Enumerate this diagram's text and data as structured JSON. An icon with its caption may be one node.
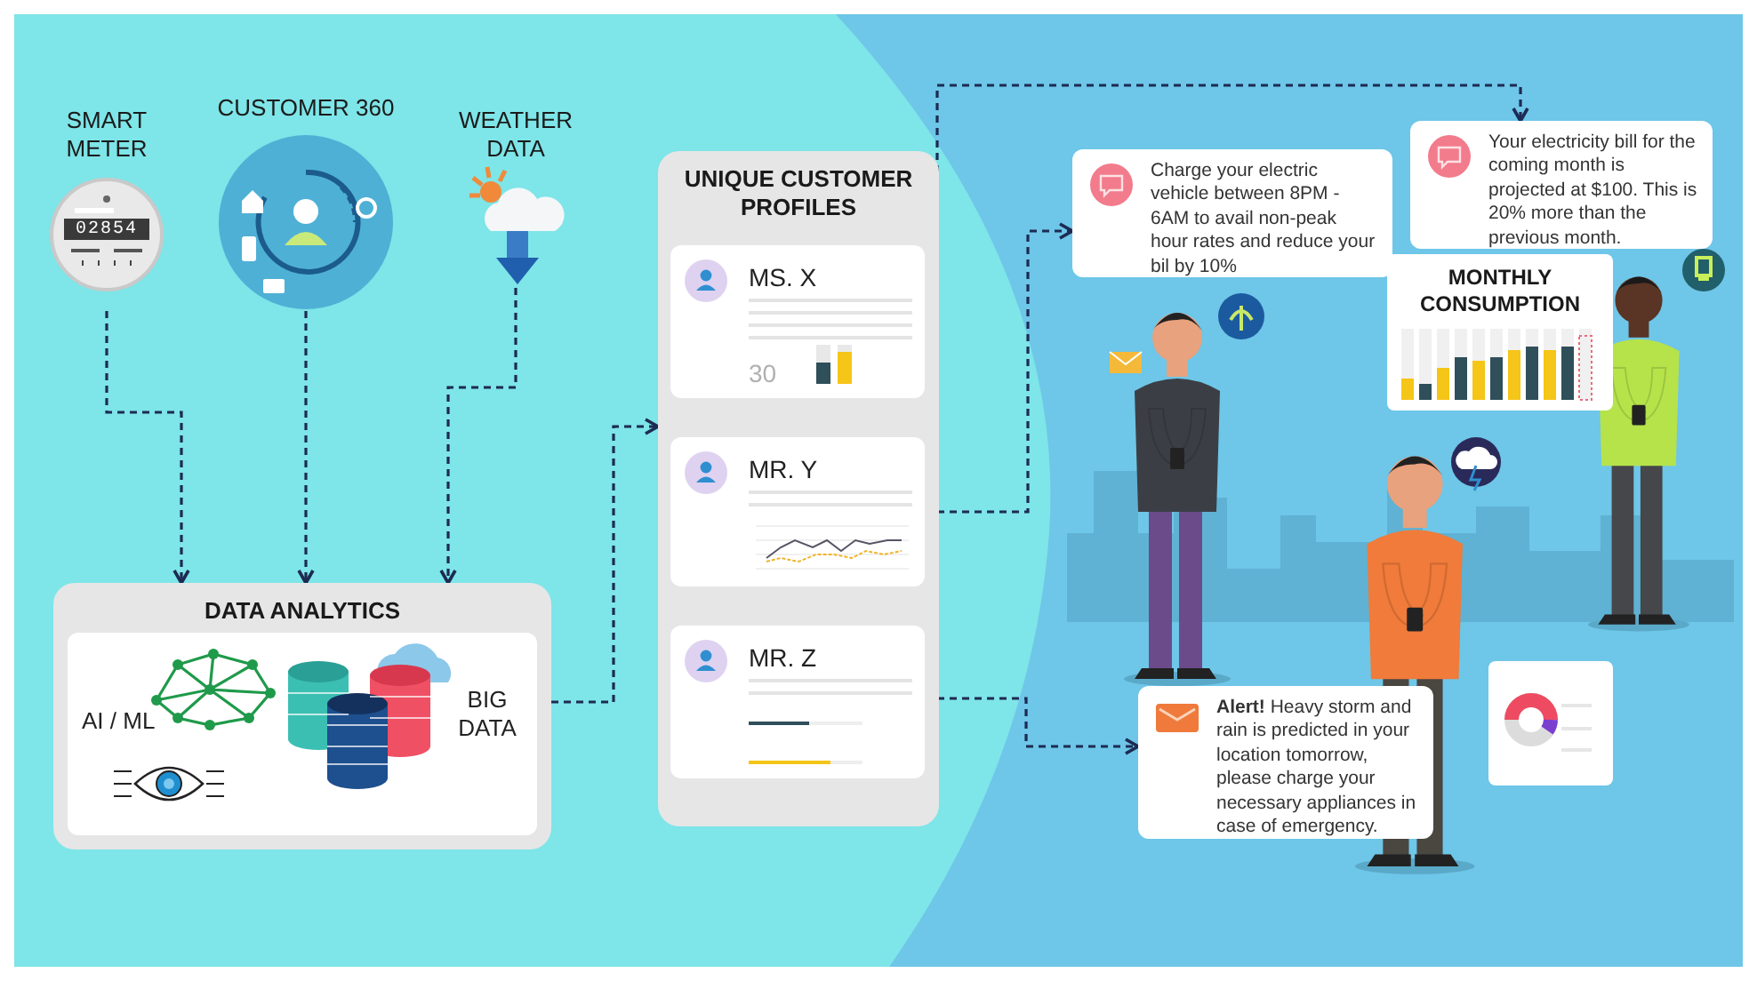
{
  "diagram": {
    "nodes": [
      {
        "text": [
          "SMART METER"
        ]
      },
      {
        "text": [
          "CUSTOMER 360"
        ]
      },
      {
        "text": [
          "WEATHER DATA"
        ]
      },
      {
        "text": [
          "DATA ANALYTICS"
        ]
      },
      {
        "text": [
          "UNIQUE CUSTOMER PROFILES"
        ]
      },
      {
        "text": [
          "MS. X"
        ],
        "in": 4
      },
      {
        "text": [
          "MR. Y"
        ],
        "in": 4
      },
      {
        "text": [
          "MR. Z"
        ],
        "in": 4
      },
      {
        "text": [
          "Charge your electric vehicle between 8PM - 6AM to avail non-peak hour rates and reduce your bil by 10%"
        ]
      },
      {
        "text": [
          "Your electricity bill for the coming month is projected at $100. This is 20% more than the previous month."
        ]
      },
      {
        "text": [
          "MONTHLY CONSUMPTION"
        ]
      },
      {
        "text": [
          "**Alert!** Heavy storm and rain is predicted in your location tomorrow, please charge your necessary appliances in case of emergency."
        ]
      }
    ],
    "edges": [
      {
        "from": 0,
        "to": 3,
        "arrow": "to"
      },
      {
        "from": 1,
        "to": 3,
        "arrow": "to"
      },
      {
        "from": 2,
        "to": 3,
        "arrow": "to"
      },
      {
        "from": 3,
        "to": 4,
        "arrow": "to"
      },
      {
        "from": 5,
        "to": 9,
        "arrow": "to"
      },
      {
        "from": 6,
        "to": 8,
        "arrow": "to"
      },
      {
        "from": 7,
        "to": 11,
        "arrow": "to"
      }
    ],
    "labels": [
      "02854",
      "AI / ML",
      "BIG DATA",
      "30"
    ]
  }
}
